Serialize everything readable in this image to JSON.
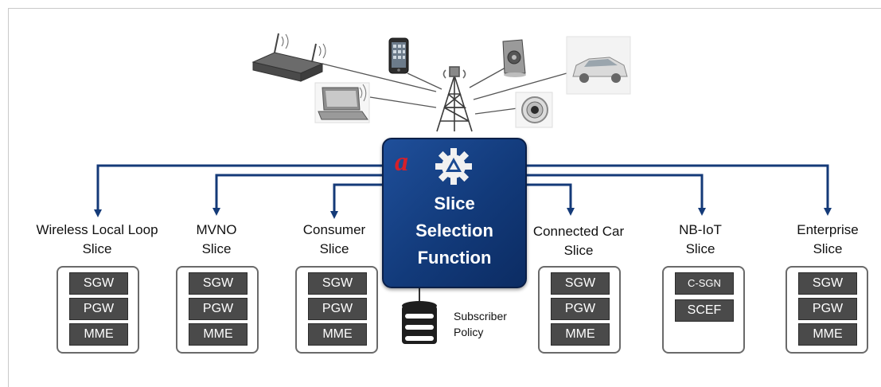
{
  "central": {
    "title": "Slice\nSelection\nFunction",
    "logo": "a"
  },
  "subscriber": {
    "label": "Subscriber\nPolicy",
    "icon": "database-icon"
  },
  "devices": [
    "router-icon",
    "laptop-icon",
    "smartphone-icon",
    "speaker-icon",
    "car-icon",
    "thermostat-icon",
    "cell-tower-icon"
  ],
  "slices": [
    {
      "label": "Wireless Local Loop\nSlice",
      "functions": [
        "SGW",
        "PGW",
        "MME"
      ]
    },
    {
      "label": "MVNO\nSlice",
      "functions": [
        "SGW",
        "PGW",
        "MME"
      ]
    },
    {
      "label": "Consumer\nSlice",
      "functions": [
        "SGW",
        "PGW",
        "MME"
      ]
    },
    {
      "label": "Connected Car\nSlice",
      "functions": [
        "SGW",
        "PGW",
        "MME"
      ]
    },
    {
      "label": "NB-IoT\nSlice",
      "functions": [
        "C-SGN",
        "SCEF"
      ]
    },
    {
      "label": "Enterprise\nSlice",
      "functions": [
        "SGW",
        "PGW",
        "MME"
      ]
    }
  ],
  "colors": {
    "arrow": "#143a78",
    "box_fill": "#1a4a92",
    "chip": "#4a4a4a",
    "logo": "#d6202a"
  }
}
